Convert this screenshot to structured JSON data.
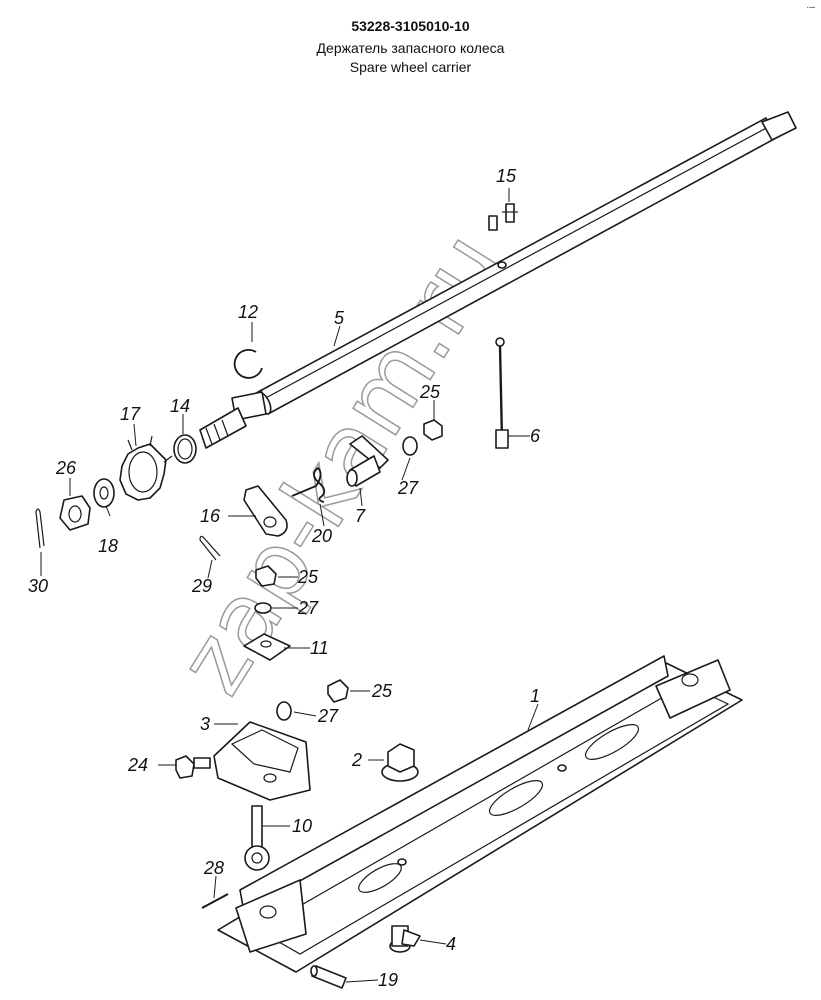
{
  "header": {
    "part_number": "53228-3105010-10",
    "title_ru": "Держатель запасного колеса",
    "title_en": "Spare wheel carrier"
  },
  "corner_mark": "·–",
  "watermark": "zap-kam.ru",
  "callouts": [
    "1",
    "2",
    "3",
    "4",
    "5",
    "6",
    "7",
    "10",
    "11",
    "12",
    "14",
    "15",
    "16",
    "17",
    "18",
    "19",
    "20",
    "24",
    "25",
    "25",
    "25",
    "26",
    "27",
    "27",
    "27",
    "28",
    "29",
    "30"
  ]
}
